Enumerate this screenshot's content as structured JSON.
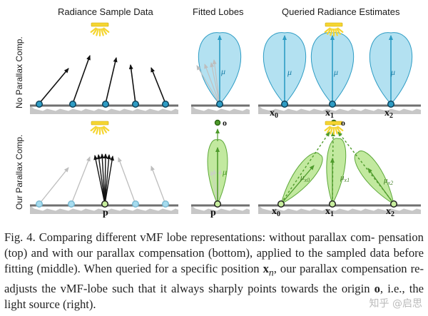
{
  "figure": {
    "column_titles": [
      "Radiance Sample Data",
      "Fitted Lobes",
      "Queried Radiance Estimates"
    ],
    "row_labels": [
      "No Parallax Comp.",
      "Our Parallax Comp."
    ],
    "lobe_label": "μ",
    "query_points": [
      "x",
      "x",
      "x"
    ],
    "query_subscripts": [
      "0",
      "1",
      "2"
    ],
    "query_mu_labels": [
      "μ",
      "μ",
      "μ"
    ],
    "query_mu_subscripts": [
      "x0",
      "x1",
      "x2"
    ],
    "fit_point_label": "p",
    "origin_label": "o",
    "colors": {
      "lobe_blue": "#a6dcef",
      "lobe_blue_stroke": "#2e9cc4",
      "lobe_green": "#b7e58e",
      "lobe_green_stroke": "#5ea83a",
      "light_yellow": "#f5d531",
      "ground": "#8f8f8f"
    }
  },
  "caption": {
    "label": "Fig. 4.",
    "text_1": "Comparing different vMF lobe representations: without parallax com-",
    "text_2": "pensation (top) and with our parallax compensation (bottom), applied to the",
    "text_3": "sampled data before fitting (middle). When queried for a specific position",
    "text_4_var": "x",
    "text_4_sub": "n",
    "text_4": ", our parallax compensation re-adjusts the vMF-lobe such that it always",
    "text_5a": "sharply points towards the origin ",
    "text_5_var": "o",
    "text_5b": ", i.e., the light source (right)."
  },
  "watermark": "知乎 @启思"
}
